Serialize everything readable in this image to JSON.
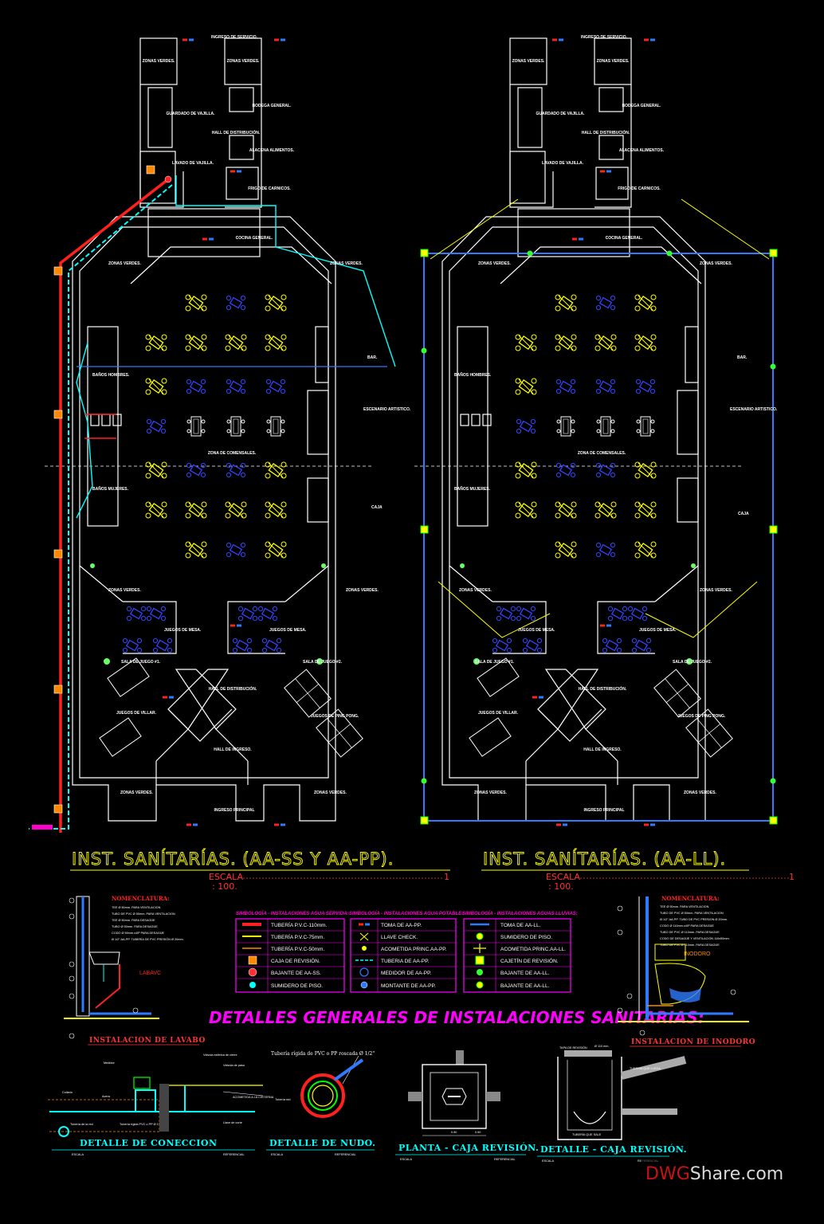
{
  "plans": [
    {
      "title": "INST. SANÍTARÍAS. (AA-SS Y AA-PP).",
      "scale_label": "ESCALA",
      "scale_value": "1",
      "scale_denominator": ": 100."
    },
    {
      "title": "INST. SANÍTARÍAS. (AA-LL).",
      "scale_label": "ESCALA",
      "scale_value": "1",
      "scale_denominator": ": 100."
    }
  ],
  "rooms": {
    "ingreso_servicio": "INGRESO DE SERVICIO.",
    "zonas_verdes": "ZONAS VERDES.",
    "guardado_vajilla": "GUARDADO DE VAJILLA.",
    "hall_distribucion": "HALL DE DISTRIBUCIÓN.",
    "bodega_general": "BODEGA GENERAL.",
    "alacena": "ALACENA ALIMENTOS.",
    "lavado_vajilla": "LAVADO DE VAJILLA.",
    "frigo": "FRIGO DE CARNICOS.",
    "cocina": "COCINA GENERAL.",
    "banos_hombres": "BAÑOS HOMBRES.",
    "banos_mujeres": "BAÑOS MUJERES.",
    "bar": "BAR.",
    "escenario": "ESCENARIO ARTISTICO.",
    "caja": "CAJA",
    "zona_comensales": "ZONA DE COMENSALES.",
    "juegos_mesa": "JUEGOS DE MESA.",
    "sala_juego_1": "SALA DE JUEGO #1.",
    "sala_juego_2": "SALA DE JUEGO #2.",
    "juegos_villar": "JUEGOS DE VILLAR.",
    "juegos_ping_pong": "JUEGOS DE PING PONG.",
    "hall_distribucion_2": "HALL DE DISTRIBUCIÓN.",
    "hall_ingreso": "HALL DE INGRESO.",
    "ingreso_principal": "INGRESO PRINCIPAL"
  },
  "symbology": {
    "servida": {
      "header": "SIMBOLOGÍA - INSTALACIONES AGUA SERVIDA:",
      "rows": [
        "TUBERÍA P.V.C-110mm.",
        "TUBERÍA P.V.C-75mm.",
        "TUBERÍA P.V.C-50mm.",
        "CAJA DE REVISIÓN.",
        "BAJANTE DE AA-SS.",
        "SUMIDERO DE PISO."
      ]
    },
    "potable": {
      "header": "SIMBOLOGÍA - INSTALACIONES AGUA POTABLE:",
      "rows": [
        "TOMA DE AA-PP.",
        "LLAVE CHECK.",
        "ACOMETIDA PRINC.AA-PP.",
        "TUBERIA DE AA-PP.",
        "MEDIDOR DE AA-PP.",
        "MONTANTE DE AA-PP."
      ]
    },
    "lluvia": {
      "header": "SIMBOLOGÍA - INSTALACIONES AGUAS LLUVIAS:",
      "rows": [
        "TOMA DE AA-LL.",
        "SUMIDERO DE PISO.",
        "ACOMETIDA PRINC.AA-LL.",
        "CAJETÍN DE REVISIÓN.",
        "BAJANTE DE AA-LL.",
        "BAJANTE DE AA-LL."
      ]
    }
  },
  "details": {
    "heading": "DETALLES GENERALES DE INSTALACIONES SANITARIAS:",
    "nomenclatura": "NOMENCLATURA:",
    "lavabo_title": "INSTALACION DE LAVABO",
    "lavabo_tag": "LABAVC",
    "inodoro_title": "INSTALACION DE INODORO",
    "inodoro_tag": "INODORO",
    "conexion_title": "DETALLE DE CONECCION",
    "nudo_title": "DETALLE DE NUDO.",
    "nudo_note": "Tubería rígida de PVC o PP roscada Ø 1/2\"",
    "planta_caja_title": "PLANTA - CAJA REVISIÓN.",
    "detalle_caja_title": "DETALLE - CAJA REVISIÓN.",
    "escala_small": "ESCALA",
    "referencial": "REFERENCIAL",
    "lavabo_nom": [
      "TEE Ø 50mm. PARA VENTILACION",
      "TUBO DE PVC Ø 50mm. PARA VENTILACION",
      "TEE Ø 50mm. PARA DESAGÜE",
      "TUBO Ø 50mm. PARA DESAGÜE",
      "CODO Ø 50mm.x45º PARA DESAGÜE",
      "Ø 1/2\" AA-PP. TUBERÍA DE PVC PRESIÓN Ø 20mm."
    ],
    "inodoro_nom": [
      "TEE Ø 50mm. PARA VENTILACION",
      "TUBO DE PVC Ø 50mm. PARA VENTILACION",
      "Ø 1/2\" AA-PP. TUBO DE PVC PRESION Ø 20mm.",
      "CODO Ø 110mm.x45º PARA DESAGÜE",
      "TUBO DE PVC Ø 110mm. PARA DESAGÜE",
      "CODO DE DESAGÜE Y VENTILACIÓN 110x50mm.",
      "TUBO DE PVC Ø 110mm. PARA DESAGÜE"
    ],
    "conexion_labels": [
      "Medidor",
      "Válvula esférica de cierre",
      "Válvula de paso",
      "Acera",
      "Collarín",
      "Tubería de la red",
      "Tubería rígida PVC o PP Ø 1\"",
      "ACOMETIDA A LA CISTERNA",
      "Llave de corte"
    ],
    "nudo_label": "Tubería red",
    "caja_labels": [
      "TAPA DE REVISIÓN",
      "Ø 110 mm.",
      "TUBERIA QUE LLEGA",
      "TUBERÍA QUE SALE",
      "0.50",
      "0.50"
    ]
  },
  "colors": {
    "servida": "#ff2020",
    "potable": "#00ffff",
    "lluvia": "#2f7bff",
    "walls": "#ffffff",
    "furniture_yellow": "#ffff00",
    "furniture_blue": "#3344ff",
    "accent_magenta": "#ff00ff"
  },
  "watermark": {
    "brand_a": "DWG",
    "brand_b": "Share.com"
  }
}
